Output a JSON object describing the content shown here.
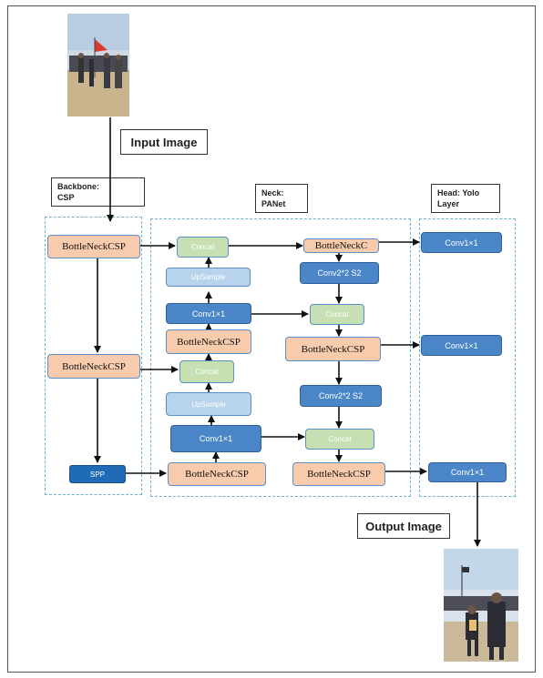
{
  "labels": {
    "input": "Input Image",
    "output": "Output Image",
    "backbone_line1": "Backbone:",
    "backbone_line2": "CSP",
    "neck_line1": "Neck:",
    "neck_line2": "PANet",
    "head_line1": "Head: Yolo",
    "head_line2": "Layer"
  },
  "backbone": {
    "bn1": "BottleNeckCSP",
    "bn2": "BottleNeckCSP",
    "spp": "SPP"
  },
  "neck": {
    "concat_a": "Concat",
    "upsample_a": "UpSample",
    "conv_a": "Conv1×1",
    "bn_a": "BottleNeckCSP",
    "concat_b": "Concat",
    "upsample_b": "UpSample",
    "conv_b": "Conv1×1",
    "bn_b": "BottleNeckCSP",
    "bn_top": "BottleNeckC",
    "conv2_a": "Conv2*2 S2",
    "concat_c": "Concat",
    "bn_mid": "BottleNeckCSP",
    "conv2_b": "Conv2*2 S2",
    "concat_d": "Concat",
    "bn_bot": "BottleNeckCSP"
  },
  "head": {
    "conv1": "Conv1×1",
    "conv2": "Conv1×1",
    "conv3": "Conv1×1"
  },
  "colors": {
    "bottleneck": "#f8cbad",
    "conv": "#4a86c8",
    "concat": "#c6e0b4",
    "upsample": "#b8d4ec",
    "spp": "#1f6bb5",
    "dashed_border": "#6fb3c9"
  }
}
